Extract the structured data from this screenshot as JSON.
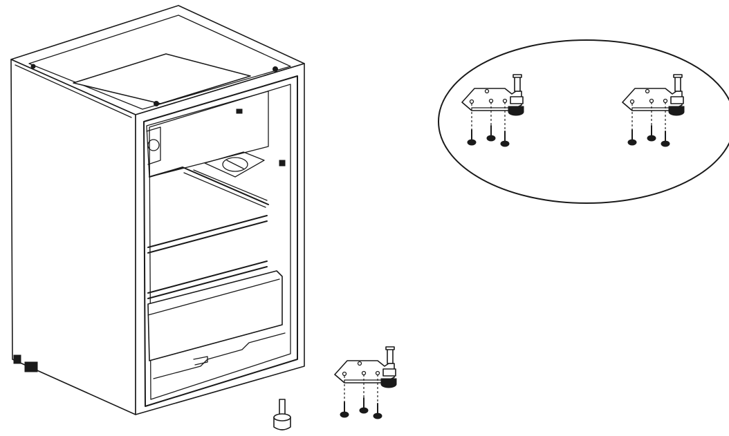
{
  "diagram": {
    "subject": "refrigerator-door-hinge-installation",
    "line_color": "#1a1a1a",
    "background_color": "#ffffff",
    "components": [
      {
        "id": "refrigerator-cabinet",
        "icon": "refrigerator-icon"
      },
      {
        "id": "hinge-detail-callout",
        "icon": "magnify-ellipse"
      },
      {
        "id": "hinge-with-screws",
        "count": 3
      },
      {
        "id": "hinge-pin",
        "count": 1
      }
    ]
  }
}
